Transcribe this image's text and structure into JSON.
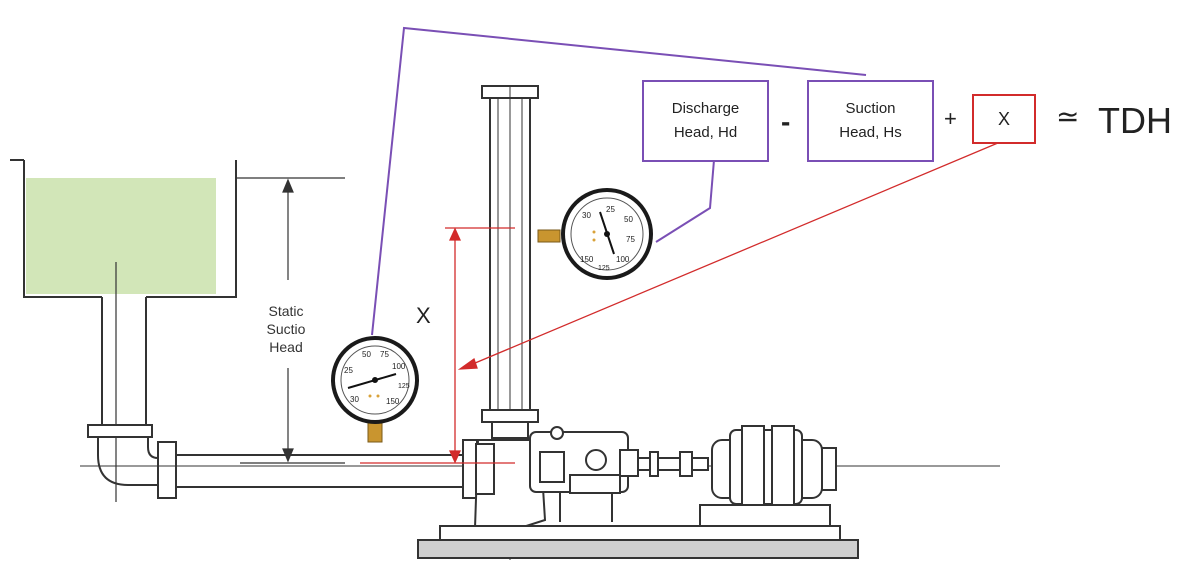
{
  "equation": {
    "discharge_line1": "Discharge",
    "discharge_line2": "Head, Hd",
    "minus": "-",
    "suction_line1": "Suction",
    "suction_line2": "Head, Hs",
    "plus": "+",
    "x_box": "X",
    "approx": "≃",
    "result": "TDH"
  },
  "labels": {
    "static_line1": "Static",
    "static_line2": "Suctio",
    "static_line3": "Head",
    "x_marker": "X"
  },
  "gauges": {
    "suction_ticks": [
      "50",
      "75",
      "25",
      "100",
      "30",
      "150",
      "125"
    ],
    "discharge_ticks": [
      "30",
      "25",
      "50",
      "75",
      "100",
      "150",
      "125"
    ]
  },
  "colors": {
    "tank_liquid": "#d2e6b8",
    "purple_line": "#7a4fb5",
    "red_line": "#d22b2b",
    "brass": "#c9952f"
  }
}
